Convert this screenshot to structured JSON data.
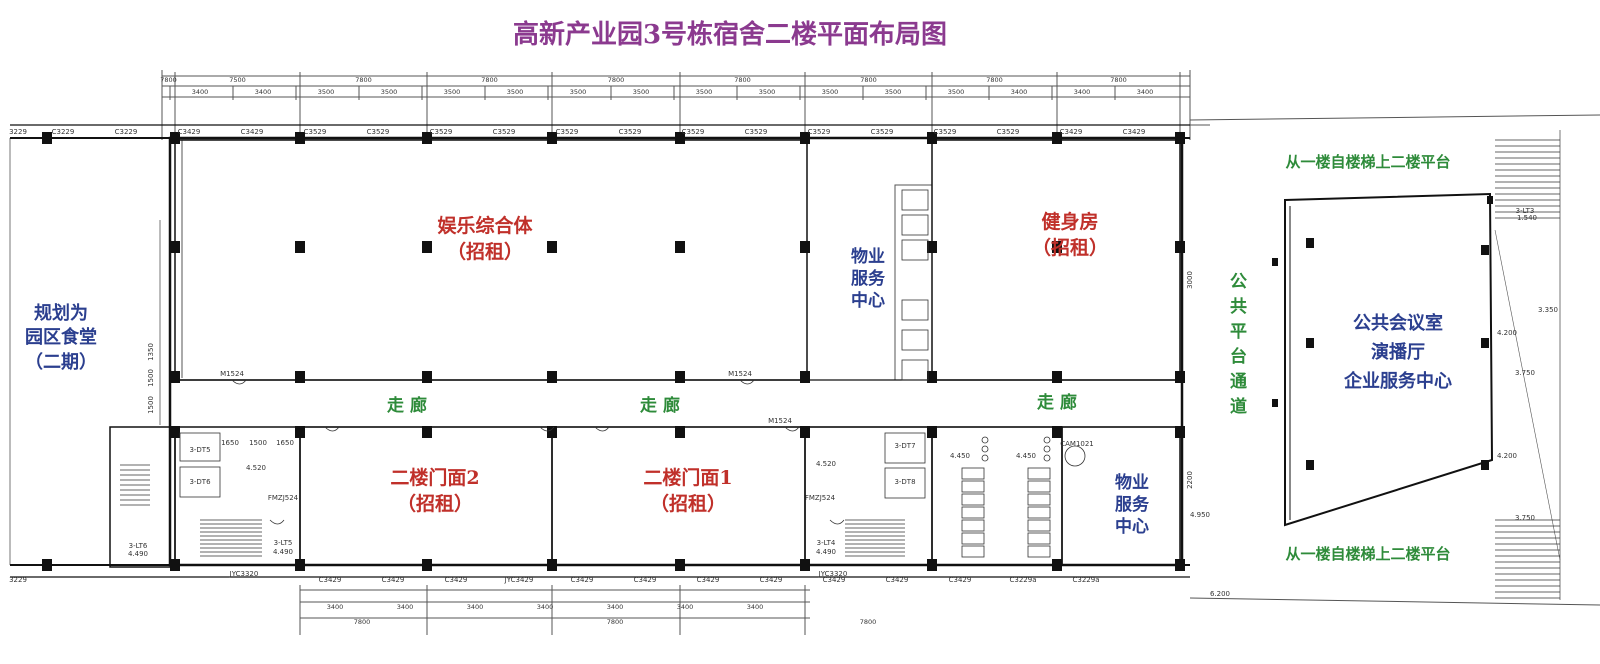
{
  "title": "高新产业园3号栋宿舍二楼平面布局图",
  "colors": {
    "title": "#8b3a8f",
    "rental": "#c0302a",
    "service": "#2b3f8f",
    "corridor": "#2e8b3a",
    "wall": "#111111",
    "line": "#555555"
  },
  "rooms": {
    "entertainment": {
      "name": "娱乐综合体",
      "note": "（招租）"
    },
    "gym": {
      "name": "健身房",
      "note": "（招租）"
    },
    "property_upper": {
      "l1": "物业",
      "l2": "服务",
      "l3": "中心"
    },
    "property_lower": {
      "l1": "物业",
      "l2": "服务",
      "l3": "中心"
    },
    "shop2": {
      "name": "二楼门面2",
      "note": "（招租）"
    },
    "shop1": {
      "name": "二楼门面1",
      "note": "（招租）"
    },
    "canteen": {
      "l1": "规划为",
      "l2": "园区食堂",
      "l3": "（二期）"
    },
    "meeting": {
      "l1": "公共会议室",
      "l2": "演播厅",
      "l3": "企业服务中心"
    }
  },
  "corridors": [
    "走 廊",
    "走 廊",
    "走 廊"
  ],
  "platform_top": "从一楼自楼梯上二楼平台",
  "platform_bottom": "从一楼自楼梯上二楼平台",
  "passage": "公共平台通道",
  "drawing_text": {
    "top_dims_major": [
      "7800",
      "7500",
      "7800",
      "7800",
      "7800",
      "7800",
      "7800",
      "7800",
      "7800",
      "7800"
    ],
    "top_dims_minor": [
      "3400",
      "3400",
      "3500",
      "3500",
      "3500",
      "3500",
      "3500",
      "3500",
      "3500",
      "3500",
      "3500",
      "3500",
      "3500",
      "3400",
      "3400",
      "3400"
    ],
    "window_top": [
      "C3229",
      "C3229",
      "C3429",
      "C3429",
      "C3529",
      "C3529",
      "C3529",
      "C3529",
      "C3529",
      "C3529",
      "C3529",
      "C3529",
      "C3529",
      "C3529",
      "C3529",
      "C3529",
      "C3429",
      "C3429"
    ],
    "window_bottom": [
      "C3429",
      "C3429",
      "C3429",
      "JYC3429",
      "C3429",
      "C3429",
      "C3429",
      "C3429",
      "C3429",
      "C3429",
      "C3429",
      "C3229a",
      "C3229a"
    ],
    "bottom_dims_major": [
      "7800",
      "7800",
      "7800"
    ],
    "bottom_dims_minor": [
      "3400",
      "3400",
      "3400",
      "3400",
      "3400",
      "3400",
      "3400"
    ],
    "door_tags": [
      "M1524",
      "M1524",
      "FMZJ524",
      "FMZJ524",
      "M1524",
      "JYC3320",
      "JYC3320",
      "CAM1021"
    ],
    "stair_tags": [
      "3-LT6",
      "3-LT5",
      "3-LT4",
      "3-LT3"
    ],
    "elevator_tags": [
      "3-DT5",
      "3-DT6",
      "3-DT7",
      "3-DT8"
    ],
    "elevations": [
      "4.490",
      "4.520",
      "4.490",
      "4.520",
      "4.490",
      "4.450",
      "4.450",
      "4.950",
      "4.200",
      "4.200",
      "3.750",
      "3.750",
      "3.350",
      "1.540",
      "6.200"
    ],
    "misc_dims": [
      "1650",
      "1500",
      "1650",
      "1500",
      "1500",
      "1350",
      "2200",
      "3000"
    ]
  }
}
